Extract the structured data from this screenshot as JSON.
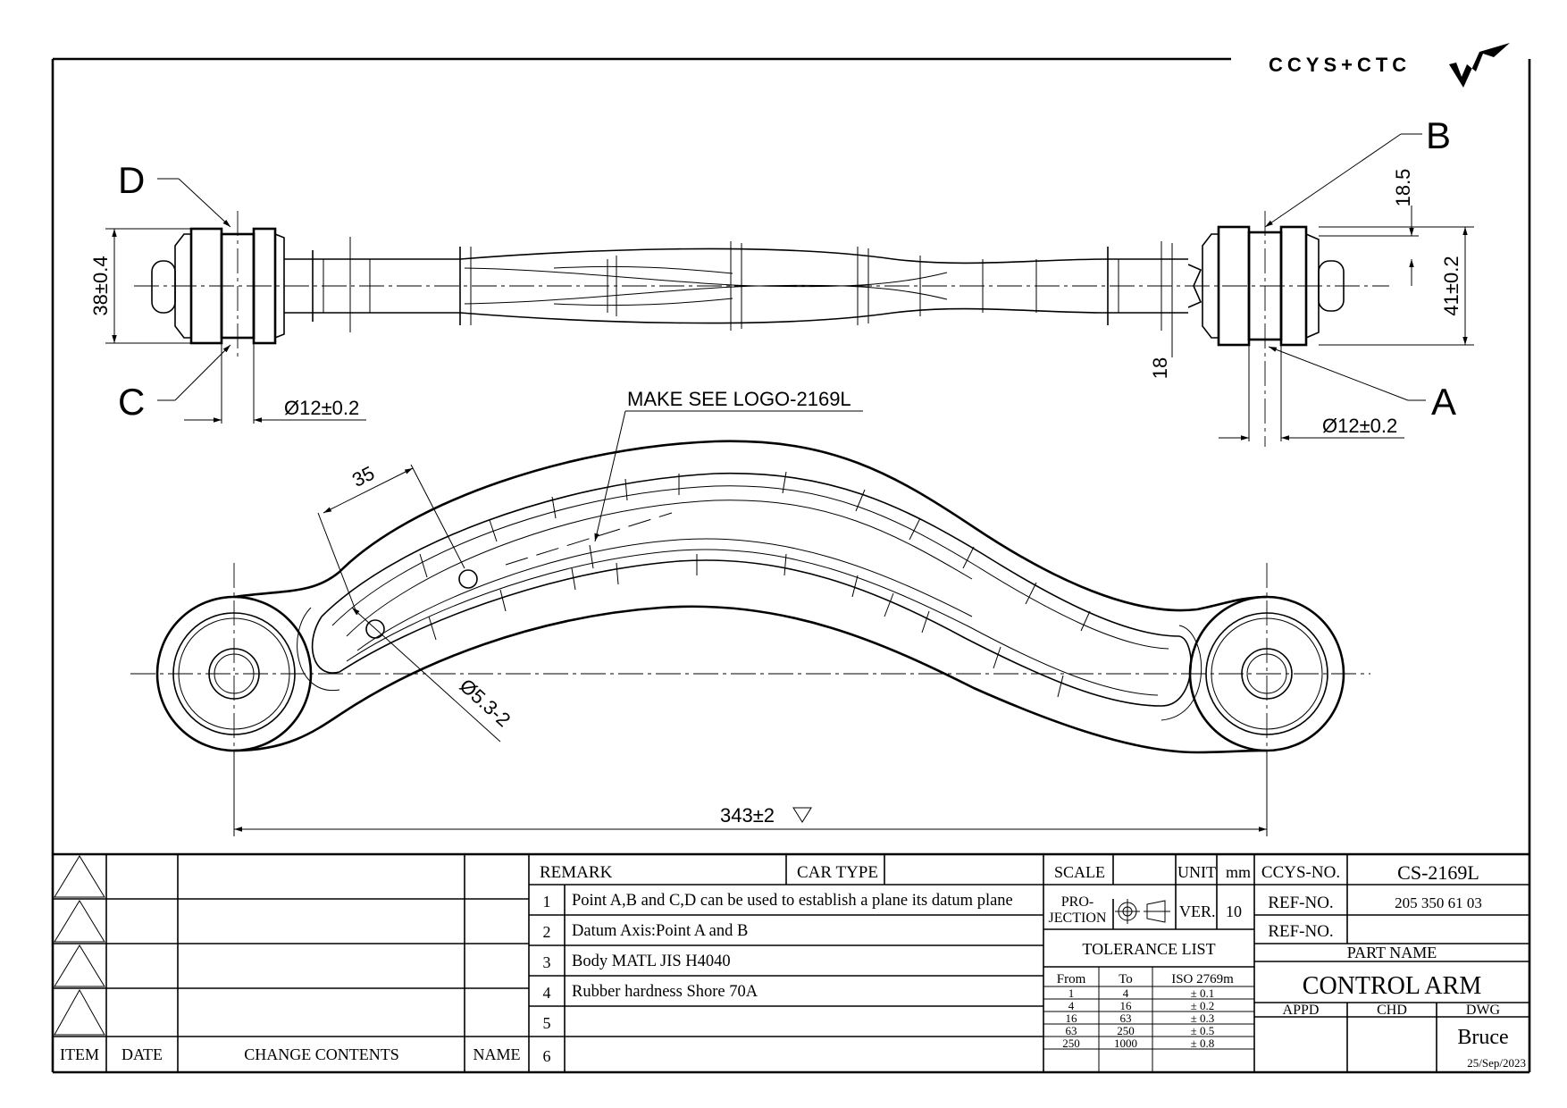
{
  "logo": {
    "text": "CCYS+CTC"
  },
  "part_views": {
    "point_labels": {
      "a": "A",
      "b": "B",
      "c": "C",
      "d": "D"
    },
    "dims": {
      "left_height": "38±0.4",
      "right_height": "41±0.2",
      "top_offset": "18.5",
      "shaft_dia": "18",
      "bore_left": "Ø12±0.2",
      "bore_right": "Ø12±0.2",
      "hole_offset": "35",
      "hole_dia": "Ø5.3-2",
      "overall_length": "343±2"
    },
    "logo_note": "MAKE SEE LOGO-2169L"
  },
  "revision_table": {
    "headers": {
      "item": "ITEM",
      "date": "DATE",
      "contents": "CHANGE CONTENTS",
      "name": "NAME"
    }
  },
  "remarks": {
    "remark_label": "REMARK",
    "car_type_label": "CAR TYPE",
    "items": [
      {
        "no": "1",
        "text": "Point A,B and C,D can be used to establish a plane its datum plane"
      },
      {
        "no": "2",
        "text": "Datum Axis:Point A and B"
      },
      {
        "no": "3",
        "text": "Body MATL JIS H4040"
      },
      {
        "no": "4",
        "text": "Rubber hardness Shore 70A"
      },
      {
        "no": "5",
        "text": ""
      },
      {
        "no": "6",
        "text": ""
      }
    ]
  },
  "tolerance": {
    "scale_label": "SCALE",
    "unit_label": "UNIT",
    "unit_value": "mm",
    "projection_label_1": "PRO-",
    "projection_label_2": "JECTION",
    "ver_label": "VER.",
    "ver_value": "10",
    "list_title": "TOLERANCE LIST",
    "from_label": "From",
    "to_label": "To",
    "std_label": "ISO 2769m",
    "rows": [
      {
        "from": "1",
        "to": "4",
        "tol": "± 0.1"
      },
      {
        "from": "4",
        "to": "16",
        "tol": "± 0.2"
      },
      {
        "from": "16",
        "to": "63",
        "tol": "± 0.3"
      },
      {
        "from": "63",
        "to": "250",
        "tol": "± 0.5"
      },
      {
        "from": "250",
        "to": "1000",
        "tol": "± 0.8"
      }
    ]
  },
  "title_block": {
    "ccys_label": "CCYS-NO.",
    "ccys_value": "CS-2169L",
    "ref_label": "REF-NO.",
    "ref_value_1": "205 350 61 03",
    "ref_value_2": "",
    "part_name_label": "PART NAME",
    "part_name": "CONTROL ARM",
    "appd_label": "APPD",
    "chd_label": "CHD",
    "dwg_label": "DWG",
    "drawn_by": "Bruce",
    "date": "25/Sep/2023"
  }
}
